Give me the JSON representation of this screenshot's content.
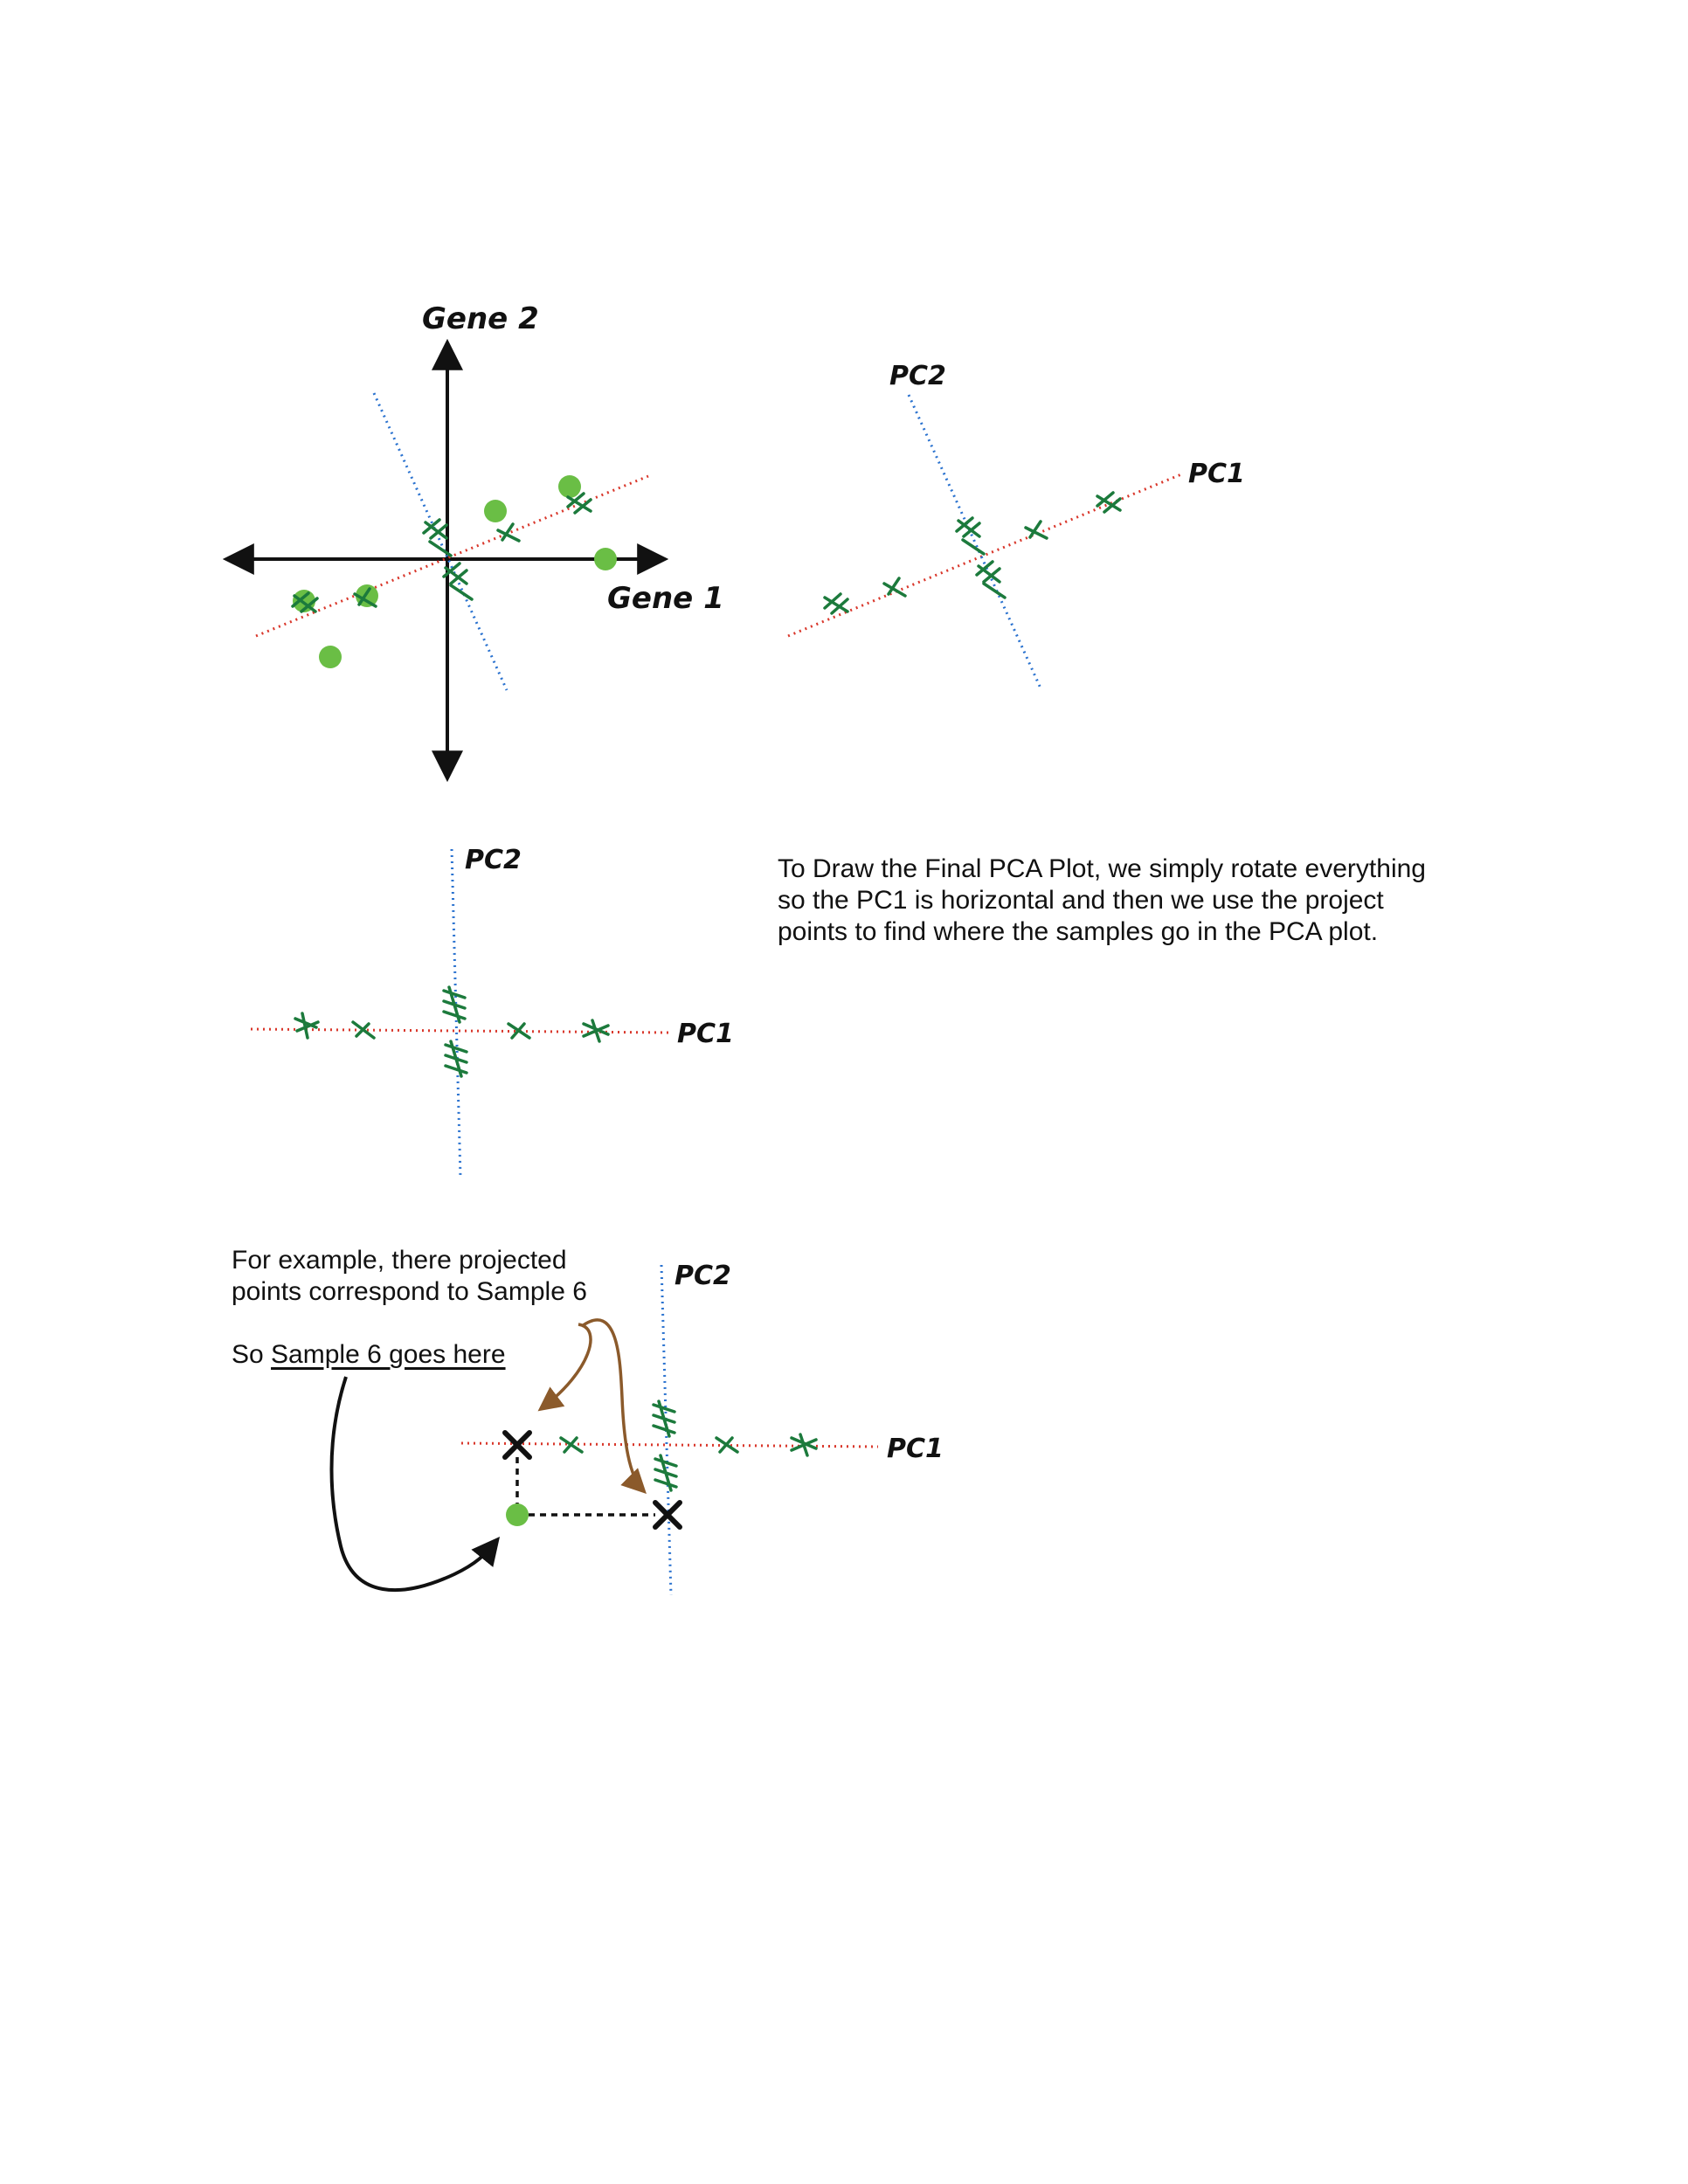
{
  "colors": {
    "sample_point": "#6abe45",
    "projection_mark": "#1c7a3c",
    "pc1_line": "#d9372b",
    "pc2_line": "#2a72cf",
    "axis": "#111111",
    "brown_arrow": "#8b5a2b"
  },
  "panel1": {
    "y_axis_label": "Gene 2",
    "x_axis_label": "Gene 1"
  },
  "panel2": {
    "pc2_label": "PC2",
    "pc1_label": "PC1"
  },
  "panel3": {
    "pc2_label": "PC2",
    "pc1_label": "PC1"
  },
  "panel4": {
    "pc2_label": "PC2",
    "pc1_label": "PC1"
  },
  "explanation_text": "To Draw the Final PCA Plot, we simply rotate everything so the PC1 is horizontal and then we use the project points to find where the samples go in the PCA plot.",
  "example_text": {
    "line1": "For example, there projected",
    "line2": "points correspond to Sample 6",
    "line3_prefix": "So ",
    "line3_underlined": "Sample 6 goes here"
  }
}
